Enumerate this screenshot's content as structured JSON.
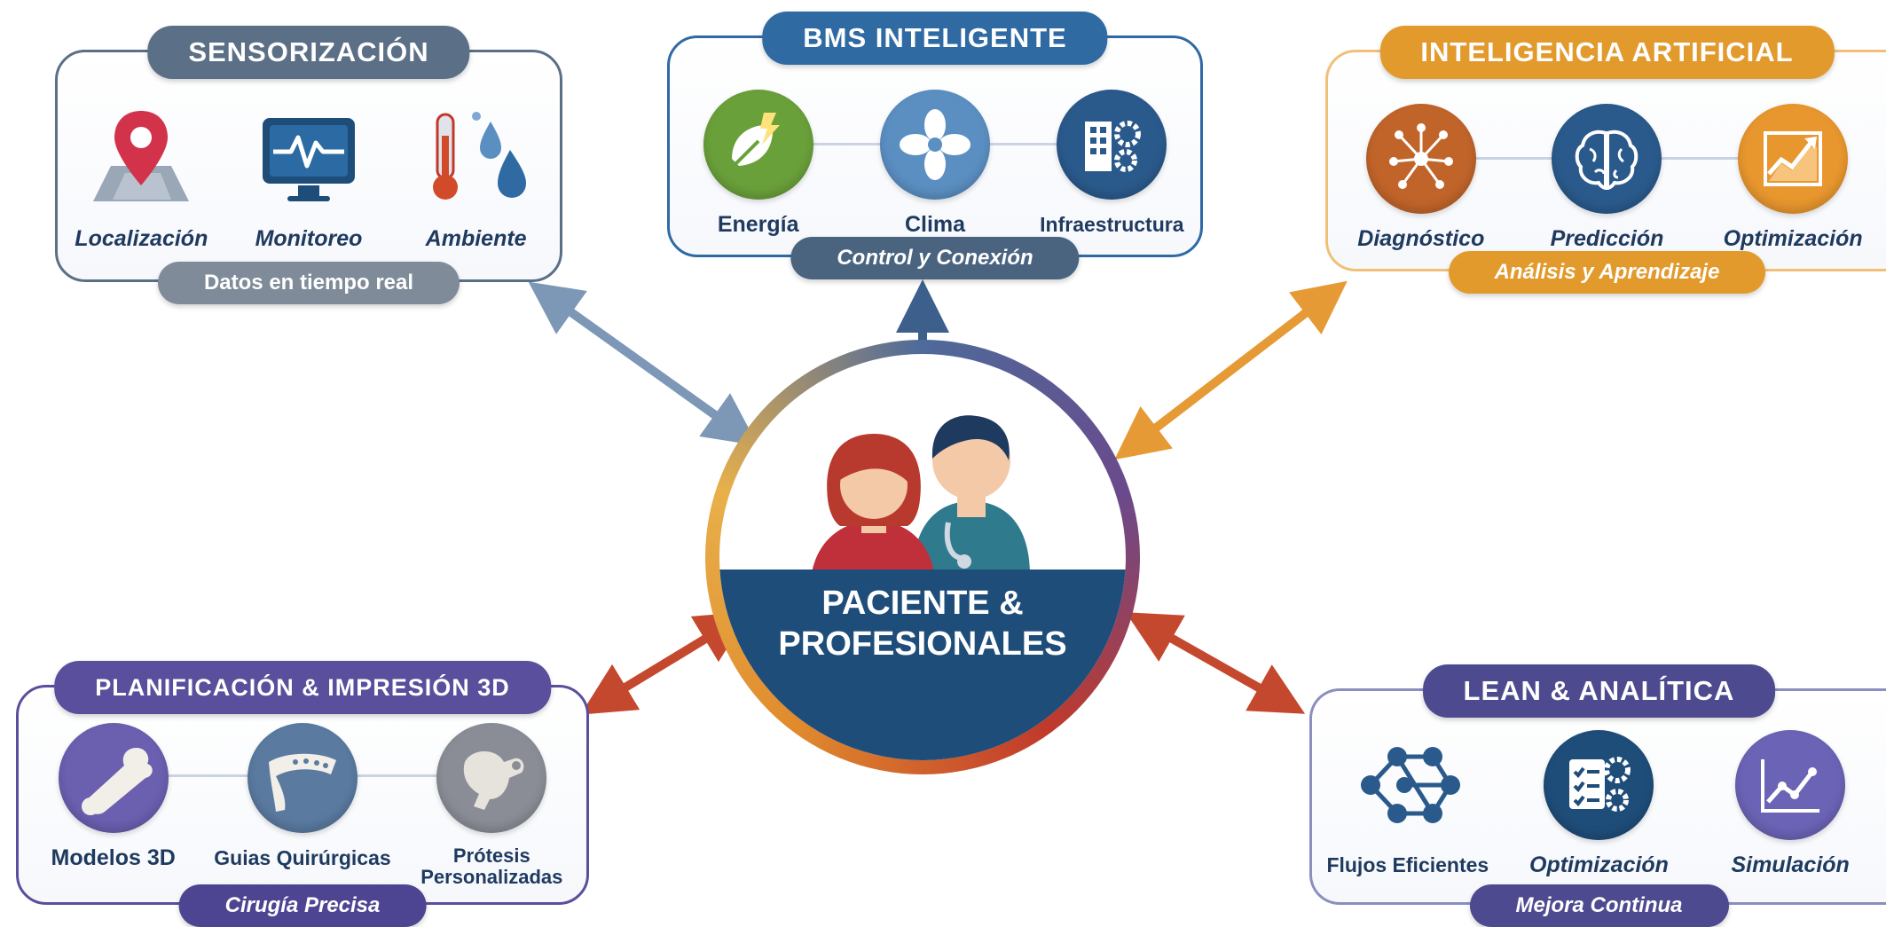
{
  "center": {
    "line1": "PACIENTE &",
    "line2": "PROFESIONALES"
  },
  "cards": {
    "sensorizacion": {
      "title": "SENSORIZACIÓN",
      "footer": "Datos en tiempo real",
      "items": [
        {
          "label": "Localización",
          "icon": "map-pin-icon"
        },
        {
          "label": "Monitoreo",
          "icon": "heart-monitor-icon"
        },
        {
          "label": "Ambiente",
          "icon": "thermometer-drops-icon"
        }
      ]
    },
    "bms": {
      "title": "BMS INTELIGENTE",
      "footer": "Control y Conexión",
      "items": [
        {
          "label": "Energía",
          "icon": "leaf-energy-icon"
        },
        {
          "label": "Clima",
          "icon": "fan-icon"
        },
        {
          "label": "Infraestructura",
          "icon": "building-gears-icon"
        }
      ]
    },
    "ia": {
      "title": "INTELIGENCIA ARTIFICIAL",
      "footer": "Análisis y Aprendizaje",
      "items": [
        {
          "label": "Diagnóstico",
          "icon": "neural-network-icon"
        },
        {
          "label": "Predicción",
          "icon": "brain-icon"
        },
        {
          "label": "Optimización",
          "icon": "trend-chart-icon"
        }
      ]
    },
    "impresion3d": {
      "title": "PLANIFICACIÓN & IMPRESIÓN 3D",
      "footer": "Cirugía Precisa",
      "items": [
        {
          "label": "Modelos 3D",
          "icon": "bone-model-icon"
        },
        {
          "label": "Guias Quirúrgicas",
          "icon": "surgical-guide-icon"
        },
        {
          "label": "Prótesis Personalizadas",
          "line1": "Prótesis",
          "line2": "Personalizadas",
          "icon": "prosthesis-icon"
        }
      ]
    },
    "lean": {
      "title": "LEAN & ANALÍTICA",
      "footer": "Mejora Continua",
      "items": [
        {
          "label": "Flujos Eficientes",
          "icon": "network-flow-icon"
        },
        {
          "label": "Optimización",
          "icon": "checklist-gears-icon"
        },
        {
          "label": "Simulación",
          "icon": "line-chart-icon"
        }
      ]
    }
  },
  "colors": {
    "sensorizacion": "#5b6f86",
    "bms": "#2f6aa3",
    "ia": "#e39a2d",
    "impresion3d": "#5a4f9c",
    "lean": "#4d4a8f",
    "center": "#1f4d7a",
    "label": "#1f3a5f"
  }
}
